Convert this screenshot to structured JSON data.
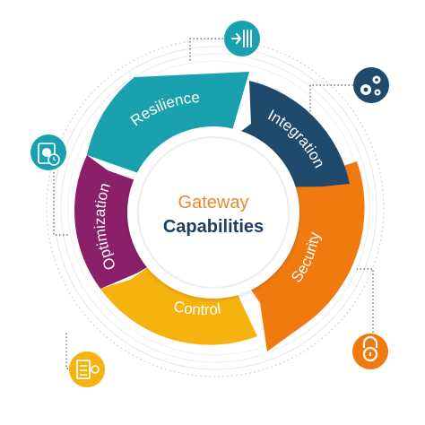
{
  "center": {
    "line1": "Gateway",
    "line2": "Capabilities",
    "line1_color": "#e98a2c",
    "line2_color": "#1d3e5e"
  },
  "segments": [
    {
      "id": "resilience",
      "label": "Resilience",
      "color": "#1aa1b0"
    },
    {
      "id": "integration",
      "label": "Integration",
      "color": "#1f4a6b"
    },
    {
      "id": "security",
      "label": "Security",
      "color": "#f07a10"
    },
    {
      "id": "control",
      "label": "Control",
      "color": "#f6b20f"
    },
    {
      "id": "optimization",
      "label": "Optimization",
      "color": "#8c1f6a"
    }
  ],
  "icons": [
    {
      "name": "forward-arrow-icon",
      "color": "#1aa1b0"
    },
    {
      "name": "gears-icon",
      "color": "#1f4a6b"
    },
    {
      "name": "lock-icon",
      "color": "#f07a10"
    },
    {
      "name": "server-gear-icon",
      "color": "#f6b20f"
    },
    {
      "name": "pie-chart-clock-icon",
      "color": "#1aa1b0"
    }
  ]
}
